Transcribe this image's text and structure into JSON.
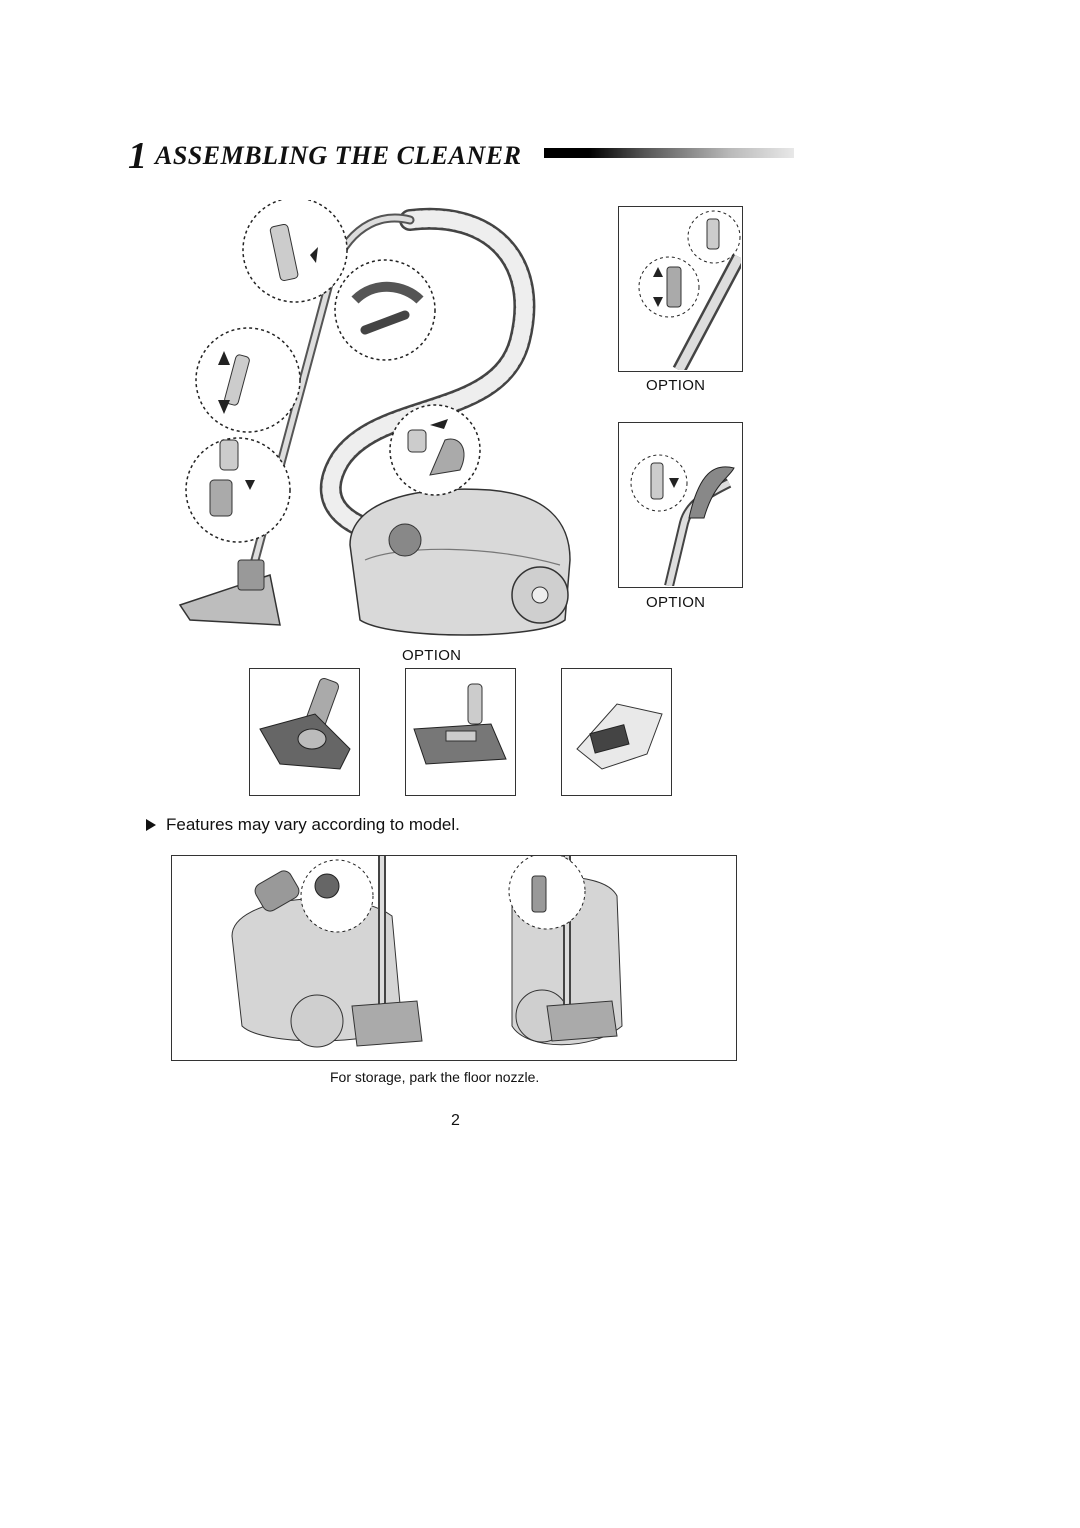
{
  "heading": {
    "number": "1",
    "title": "ASSEMBLING THE CLEANER"
  },
  "captions": {
    "option_top_right": "OPTION",
    "option_mid_right": "OPTION",
    "option_center": "OPTION"
  },
  "note": {
    "text": "Features may vary according to model."
  },
  "storage": {
    "caption": "For storage, park the floor nozzle."
  },
  "page": {
    "number": "2"
  },
  "icons": [
    "arrow-right-triangle-icon"
  ]
}
